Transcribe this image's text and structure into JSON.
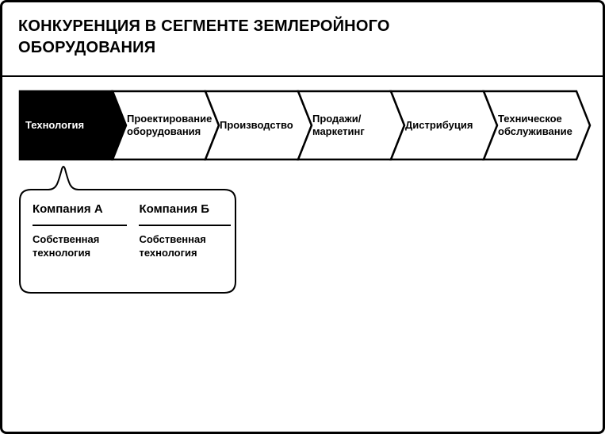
{
  "title": "КОНКУРЕНЦИЯ В СЕГМЕНТЕ ЗЕМЛЕРОЙНОГО ОБОРУДОВАНИЯ",
  "chain": {
    "segments": [
      {
        "label": "Технология",
        "highlighted": true
      },
      {
        "label": "Проектирование\nоборудования",
        "highlighted": false
      },
      {
        "label": "Производство",
        "highlighted": false
      },
      {
        "label": "Продажи/\nмаркетинг",
        "highlighted": false
      },
      {
        "label": "Дистрибуция",
        "highlighted": false
      },
      {
        "label": "Техническое\nобслуживание",
        "highlighted": false
      }
    ]
  },
  "callout": {
    "points_to": "Технология",
    "columns": [
      {
        "header": "Компания А",
        "value": "Собственная технология"
      },
      {
        "header": "Компания Б",
        "value": "Собственная технология"
      }
    ]
  },
  "colors": {
    "accent": "#000000",
    "background": "#ffffff",
    "line": "#000000"
  }
}
